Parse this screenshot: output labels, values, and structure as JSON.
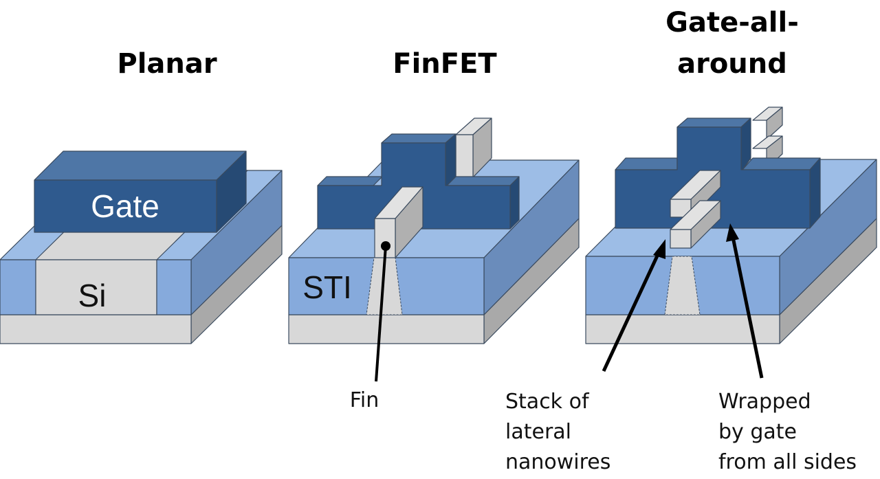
{
  "titles": {
    "planar": "Planar",
    "finfet": "FinFET",
    "gaa_line1": "Gate-all-",
    "gaa_line2": "around"
  },
  "labels": {
    "gate": "Gate",
    "si": "Si",
    "sti": "STI",
    "fin": "Fin"
  },
  "annotations": {
    "nanowires": [
      "Stack of",
      "lateral",
      "nanowires"
    ],
    "wrapped": [
      "Wrapped",
      "by gate",
      "from all sides"
    ]
  },
  "colors": {
    "gate_front": "#2f5a8e",
    "gate_top": "#4e76a6",
    "gate_side": "#264a74",
    "sti_front": "#86aadc",
    "sti_top": "#9dbde6",
    "sti_side": "#6a8cbb",
    "si_front": "#d8d8d8",
    "si_side": "#a9a9a9",
    "fin_front": "#dcdcdc",
    "fin_side": "#b0b0b0",
    "arrow": "#000000"
  }
}
